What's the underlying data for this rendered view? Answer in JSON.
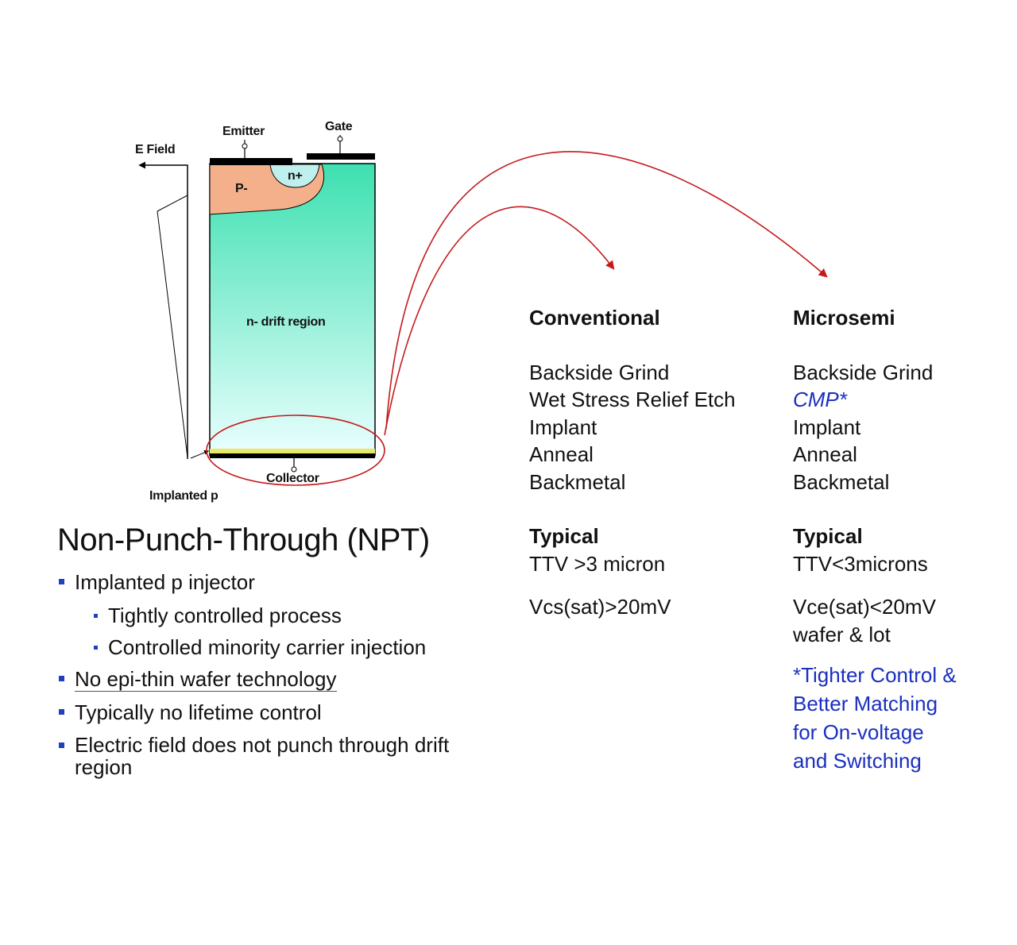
{
  "diagram": {
    "emitter_label": "Emitter",
    "gate_label": "Gate",
    "efield_label": "E Field",
    "p_label": "P-",
    "nplus_label": "n+",
    "drift_label": "n- drift region",
    "collector_label": "Collector",
    "implanted_label": "Implanted p",
    "colors": {
      "drift_top": "#3de0b0",
      "drift_bottom": "#eaffff",
      "p_region": "#f4b08a",
      "nplus": "#bff0ee",
      "implant": "#e8e86a",
      "arrow": "#c41a1a"
    }
  },
  "title": "Non-Punch-Through (NPT)",
  "bullets": [
    {
      "text": "Implanted p injector",
      "level": 1
    },
    {
      "text": "Tightly controlled process",
      "level": 2
    },
    {
      "text": "Controlled minority carrier injection",
      "level": 2
    },
    {
      "text": "No epi-thin wafer technology",
      "level": 1
    },
    {
      "text": "Typically no lifetime control",
      "level": 1
    },
    {
      "text": "Electric field does not punch through drift region",
      "level": 1
    }
  ],
  "conventional": {
    "header": "Conventional",
    "steps": [
      "Backside Grind",
      "Wet Stress Relief Etch",
      "Implant",
      "Anneal",
      "Backmetal"
    ],
    "typical_header": "Typical",
    "ttv": "TTV >3 micron",
    "vce": "Vcs(sat)>20mV"
  },
  "microsemi": {
    "header": "Microsemi",
    "steps": [
      "Backside Grind",
      "CMP*",
      "Implant",
      "Anneal",
      "Backmetal"
    ],
    "typical_header": "Typical",
    "ttv": "TTV<3microns",
    "vce": "Vce(sat)<20mV",
    "wafer": "wafer & lot",
    "note": [
      "*Tighter Control &",
      "Better Matching",
      "for On-voltage",
      "and Switching"
    ]
  }
}
